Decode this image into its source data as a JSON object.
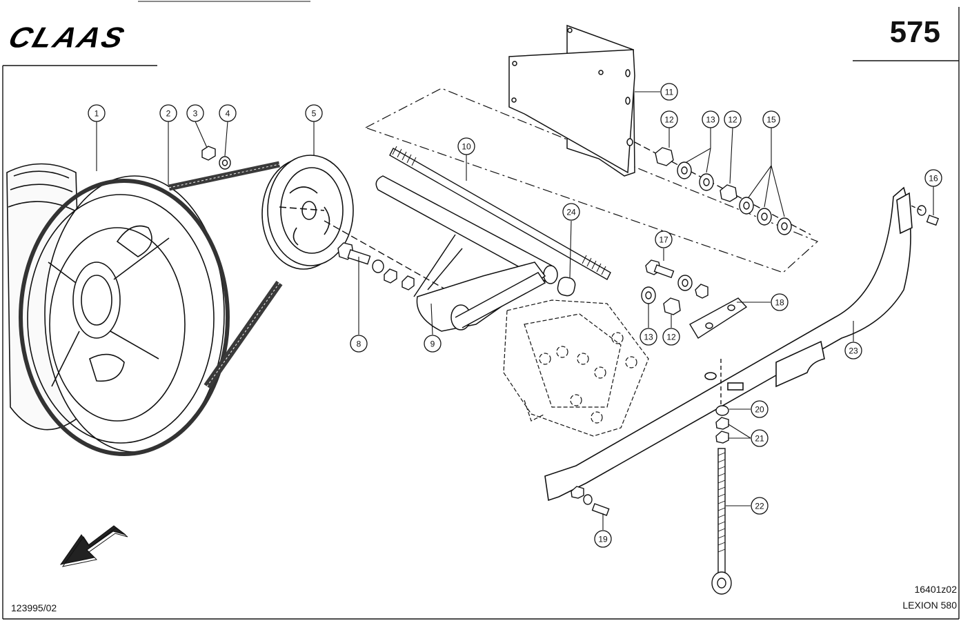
{
  "header": {
    "brand": "CLAAS",
    "page_number": "575"
  },
  "footer": {
    "drawing_ref": "123995/02",
    "figure_code": "16401z02",
    "model": "LEXION 580"
  },
  "callouts": [
    "1",
    "2",
    "3",
    "4",
    "5",
    "8",
    "9",
    "10",
    "11",
    "12",
    "13",
    "12",
    "15",
    "16",
    "17",
    "13",
    "12",
    "18",
    "23",
    "20",
    "21",
    "22",
    "19",
    "24"
  ],
  "icons": {
    "direction_arrow": "arrow-down-left-icon"
  }
}
